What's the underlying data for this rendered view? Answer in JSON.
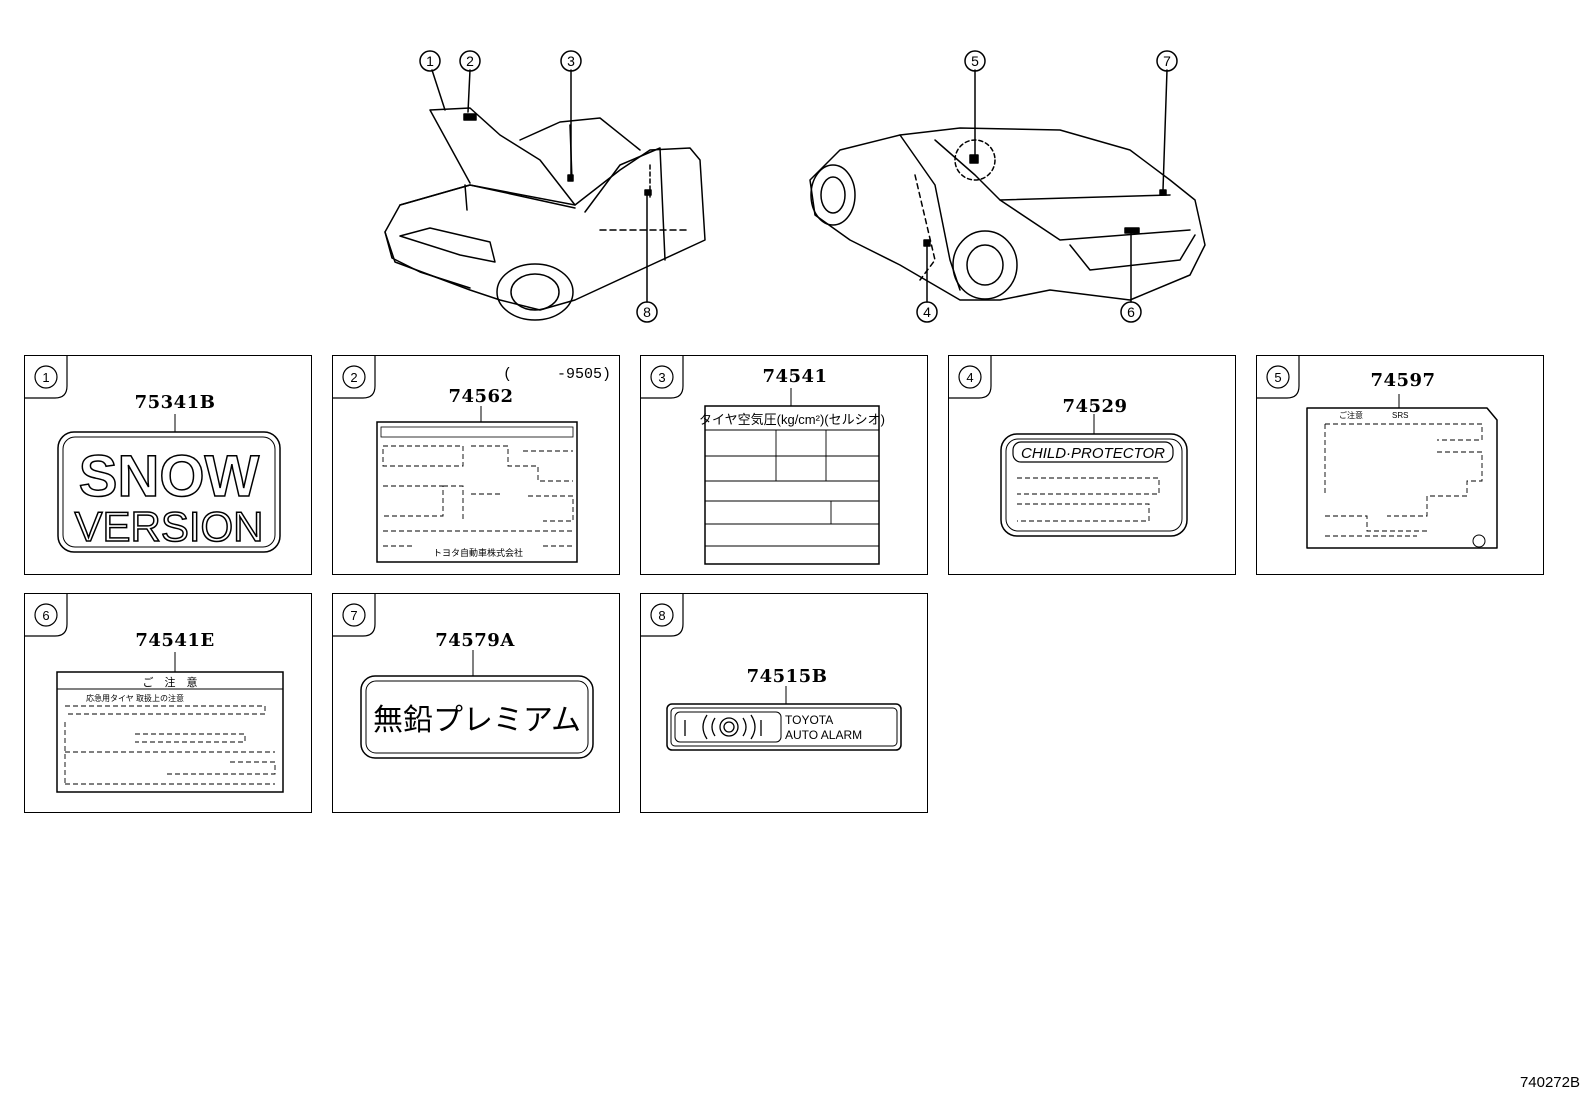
{
  "callouts": [
    "1",
    "2",
    "3",
    "4",
    "5",
    "6",
    "7",
    "8"
  ],
  "panels": [
    {
      "num": "1",
      "part": "75341B",
      "label_lines": [
        "SNOW",
        "VERSION"
      ]
    },
    {
      "num": "2",
      "part": "74562",
      "note": "(     -9505)",
      "footer": "トヨタ自動車株式会社"
    },
    {
      "num": "3",
      "part": "74541",
      "header": "タイヤ空気圧(kg/cm²)(セルシオ)"
    },
    {
      "num": "4",
      "part": "74529",
      "header": "CHILD·PROTECTOR"
    },
    {
      "num": "5",
      "part": "74597",
      "header_left": "ご注意",
      "header_right": "SRS"
    },
    {
      "num": "6",
      "part": "74541E",
      "header": "ご　注　意",
      "subheader": "応急用タイヤ 取扱上の注意"
    },
    {
      "num": "7",
      "part": "74579A",
      "label": "無鉛プレミアム"
    },
    {
      "num": "8",
      "part": "74515B",
      "label_lines": [
        "TOYOTA",
        "AUTO ALARM"
      ]
    }
  ],
  "diagram_code": "740272B"
}
